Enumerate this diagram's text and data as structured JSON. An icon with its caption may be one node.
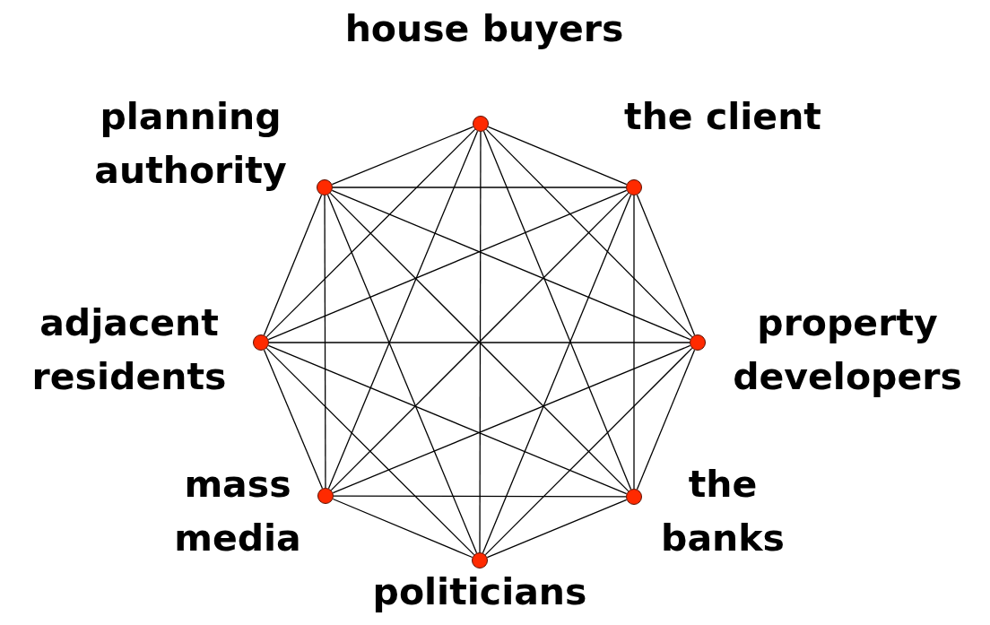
{
  "diagram": {
    "nodes": [
      {
        "text": [],
        "shape": "circle",
        "beside": [
          "house buyers"
        ]
      },
      {
        "text": [],
        "shape": "circle",
        "beside": [
          "the client"
        ]
      },
      {
        "text": [],
        "shape": "circle",
        "beside": [
          "property developers"
        ]
      },
      {
        "text": [],
        "shape": "circle",
        "beside": [
          "the banks"
        ]
      },
      {
        "text": [],
        "shape": "circle",
        "beside": [
          "politicians"
        ]
      },
      {
        "text": [],
        "shape": "circle",
        "beside": [
          "mass media"
        ]
      },
      {
        "text": [],
        "shape": "circle",
        "beside": [
          "adjacent residents"
        ]
      },
      {
        "text": [],
        "shape": "circle",
        "beside": [
          "planning authority"
        ]
      }
    ],
    "edges": [
      {
        "from": 0,
        "to": 1,
        "arrow": "none"
      },
      {
        "from": 0,
        "to": 2,
        "arrow": "none"
      },
      {
        "from": 0,
        "to": 3,
        "arrow": "none"
      },
      {
        "from": 0,
        "to": 4,
        "arrow": "none"
      },
      {
        "from": 0,
        "to": 5,
        "arrow": "none"
      },
      {
        "from": 0,
        "to": 6,
        "arrow": "none"
      },
      {
        "from": 0,
        "to": 7,
        "arrow": "none"
      },
      {
        "from": 1,
        "to": 2,
        "arrow": "none"
      },
      {
        "from": 1,
        "to": 3,
        "arrow": "none"
      },
      {
        "from": 1,
        "to": 4,
        "arrow": "none"
      },
      {
        "from": 1,
        "to": 5,
        "arrow": "none"
      },
      {
        "from": 1,
        "to": 6,
        "arrow": "none"
      },
      {
        "from": 1,
        "to": 7,
        "arrow": "none"
      },
      {
        "from": 2,
        "to": 3,
        "arrow": "none"
      },
      {
        "from": 2,
        "to": 4,
        "arrow": "none"
      },
      {
        "from": 2,
        "to": 5,
        "arrow": "none"
      },
      {
        "from": 2,
        "to": 6,
        "arrow": "none"
      },
      {
        "from": 2,
        "to": 7,
        "arrow": "none"
      },
      {
        "from": 3,
        "to": 4,
        "arrow": "none"
      },
      {
        "from": 3,
        "to": 5,
        "arrow": "none"
      },
      {
        "from": 3,
        "to": 6,
        "arrow": "none"
      },
      {
        "from": 3,
        "to": 7,
        "arrow": "none"
      },
      {
        "from": 4,
        "to": 5,
        "arrow": "none"
      },
      {
        "from": 4,
        "to": 6,
        "arrow": "none"
      },
      {
        "from": 4,
        "to": 7,
        "arrow": "none"
      },
      {
        "from": 5,
        "to": 6,
        "arrow": "none"
      },
      {
        "from": 5,
        "to": 7,
        "arrow": "none"
      },
      {
        "from": 6,
        "to": 7,
        "arrow": "none"
      }
    ]
  }
}
